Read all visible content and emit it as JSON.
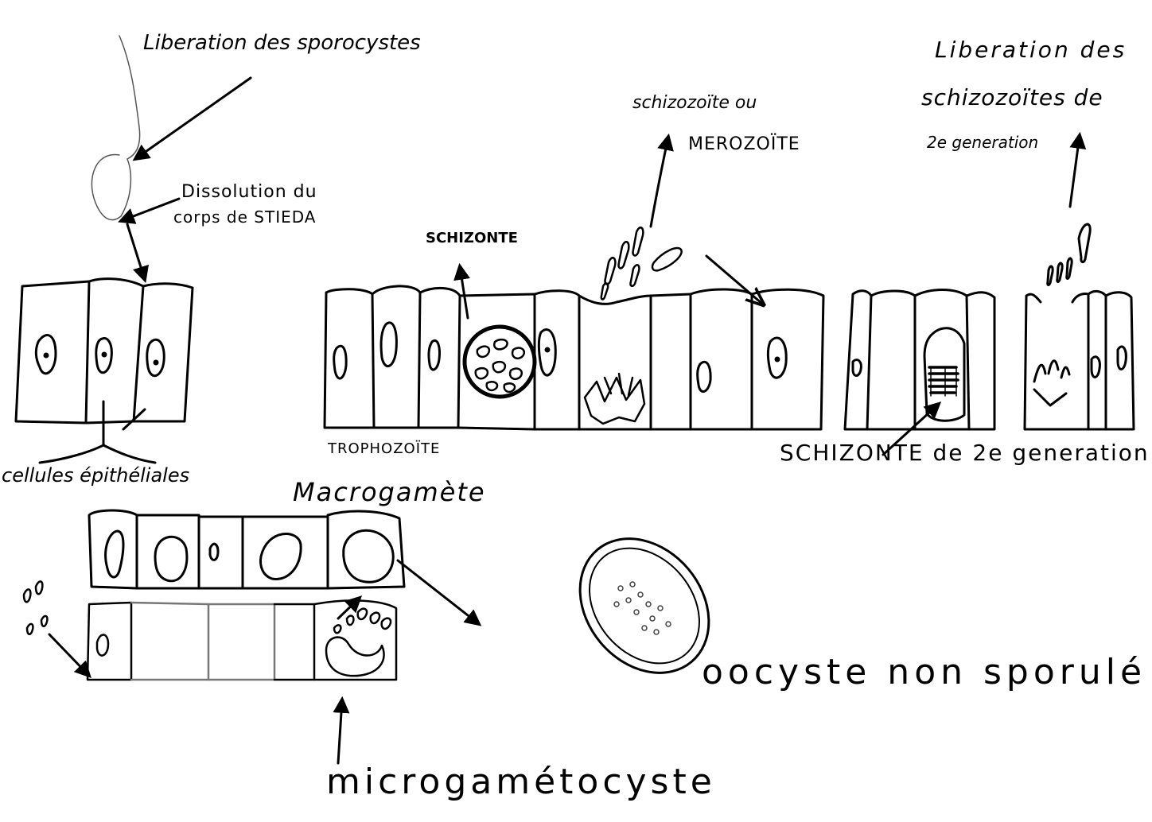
{
  "colors": {
    "ink": "#000000",
    "background": "#ffffff",
    "faint_ink": "#555555"
  },
  "labels": {
    "liberation_sporocystes": "Liberation des sporocystes",
    "dissolution_1": "Dissolution du",
    "dissolution_2": "corps de STIEDA",
    "schizonte": "SCHIZONTE",
    "schizozoite_1": "schizozoïte ou",
    "schizozoite_2": "MEROZOÏTE",
    "liberation_schizozoites_1": "Liberation des",
    "liberation_schizozoites_2": "schizozoïtes de",
    "liberation_schizozoites_3": "2e generation",
    "cellules_epitheliales": "cellules épithéliales",
    "trophozoite": "TROPHOZOÏTE",
    "schizonte_2e": "SCHIZONTE de 2e generation",
    "macrogamete": "Macrogamète",
    "oocyste": "oocyste non sporulé",
    "microgametocyste": "microgamétocyste"
  }
}
